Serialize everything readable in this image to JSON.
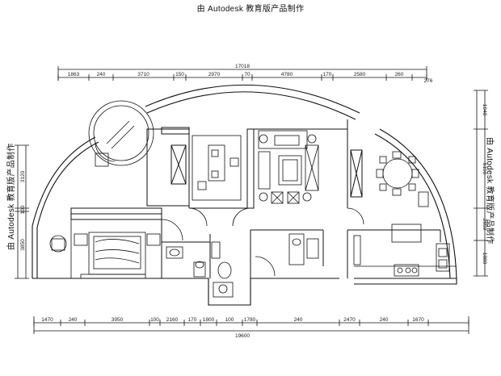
{
  "watermark": "由 Autodesk 教育版产品制作",
  "top_dims": {
    "total": "17018",
    "segments": [
      "1863",
      "240",
      "3710",
      "150",
      "2970",
      "70",
      "4780",
      "170",
      "2580",
      "260"
    ],
    "extra": "276"
  },
  "bottom_dims": {
    "total": "19600",
    "segments": [
      "1470",
      "240",
      "3950",
      "100",
      "2160",
      "170",
      "1800",
      "100",
      "1780",
      "240",
      "2470",
      "240",
      "1670"
    ]
  },
  "left_dims": [
    "3120",
    "100",
    "3850"
  ],
  "right_dims": [
    "1940",
    "5190",
    "2690",
    "1880"
  ]
}
